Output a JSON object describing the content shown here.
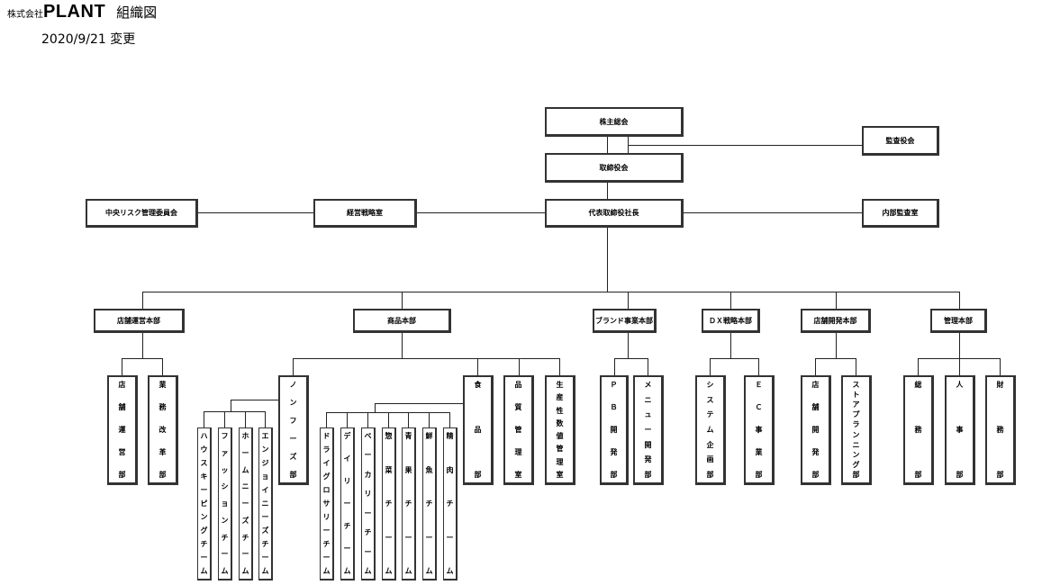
{
  "header": {
    "company_prefix": "株式会社",
    "brand": "PLANT",
    "title": "組織図",
    "date_line": "2020/9/21 変更"
  },
  "top": {
    "shareholders": "株主総会",
    "board": "取締役会",
    "auditors": "監査役会",
    "president": "代表取締役社長",
    "risk_committee": "中央リスク管理委員会",
    "strategy_office": "経営戦略室",
    "internal_audit": "内部監査室"
  },
  "divisions": [
    {
      "name": "店舗運営本部",
      "departments": [
        "店舗運営部",
        "業務改革部"
      ]
    },
    {
      "name": "商品本部",
      "departments": [
        "ノンフーズ部",
        "食品部",
        "品質管理室",
        "生産性数値管理室"
      ],
      "nonfoods_teams": [
        "ハウスキーピングチーム",
        "ファッションチーム",
        "ホームニーズチーム",
        "エンジョイニーズチーム"
      ],
      "food_teams": [
        "ドライグロサリーチーム",
        "デイリーチーム",
        "ベーカリーチーム",
        "惣菜チーム",
        "青果チーム",
        "鮮魚チーム",
        "精肉チーム"
      ]
    },
    {
      "name": "ブランド事業本部",
      "departments": [
        "PB開発部",
        "メニュー開発部"
      ]
    },
    {
      "name": "DX戦略本部",
      "departments": [
        "システム企画部",
        "EC事業部"
      ]
    },
    {
      "name": "店舗開発本部",
      "departments": [
        "店舗開発部",
        "ストアプランニング部"
      ]
    },
    {
      "name": "管理本部",
      "departments": [
        "総務部",
        "人事部",
        "財務部"
      ]
    }
  ],
  "labels": {
    "dx_division_display": "ＤＸ戦略本部",
    "pb_display": "ＰＢ開発部",
    "ec_display": "ＥＣ事業部"
  }
}
